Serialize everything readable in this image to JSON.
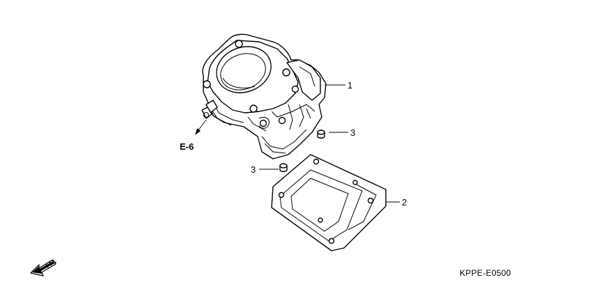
{
  "diagram": {
    "parts": [
      {
        "id": "cylinder",
        "callout": "1"
      },
      {
        "id": "gasket",
        "callout": "2"
      },
      {
        "id": "dowel-pin-upper",
        "callout": "3"
      },
      {
        "id": "dowel-pin-lower",
        "callout": "3"
      }
    ],
    "reference": "E-6",
    "direction_label": "FR.",
    "drawing_code": "KPPE-E0500"
  }
}
